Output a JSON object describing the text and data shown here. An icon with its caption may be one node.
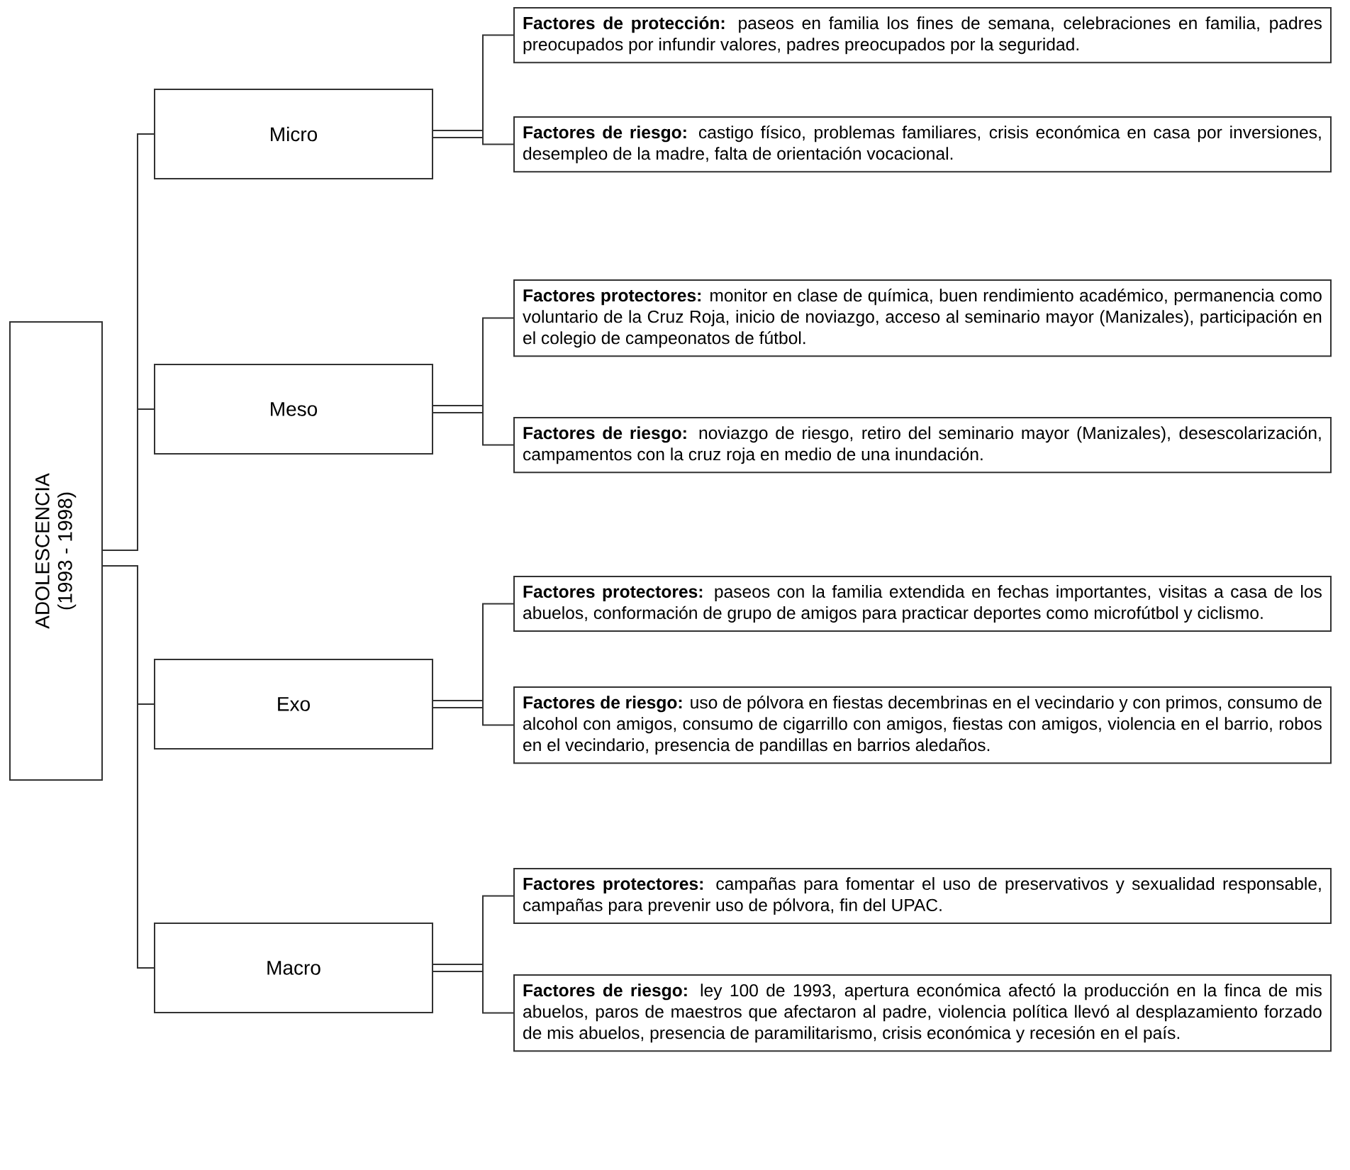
{
  "diagram": {
    "nodes": [
      {
        "text": [
          "ADOLESCENCIA",
          "(1993 - 1998)"
        ]
      },
      {
        "text": [
          "Micro"
        ]
      },
      {
        "text": [
          "**Factores de protección:** paseos en familia los fines de semana, celebraciones en familia, padres preocupados por infundir valores, padres preocupados por la seguridad."
        ]
      },
      {
        "text": [
          "**Factores de riesgo:** castigo físico, problemas familiares, crisis económica en casa por inversiones, desempleo de la madre, falta de orientación vocacional."
        ]
      },
      {
        "text": [
          "Meso"
        ]
      },
      {
        "text": [
          "**Factores protectores:** monitor en clase de química, buen rendimiento académico, permanencia como voluntario de la Cruz Roja, inicio de noviazgo, acceso al seminario mayor (Manizales), participación en el colegio de campeonatos de fútbol."
        ]
      },
      {
        "text": [
          "**Factores de riesgo:** noviazgo de riesgo, retiro del seminario mayor (Manizales), desescolarización, campamentos con la cruz roja en medio de una inundación."
        ]
      },
      {
        "text": [
          "Exo"
        ]
      },
      {
        "text": [
          "**Factores protectores:** paseos con la familia extendida en fechas importantes, visitas a casa de los abuelos, conformación de grupo de amigos para practicar deportes como microfútbol y ciclismo."
        ]
      },
      {
        "text": [
          "**Factores de riesgo:** uso de pólvora en fiestas decembrinas en el vecindario y con primos, consumo de alcohol con amigos, consumo de cigarrillo con amigos, fiestas con amigos, violencia en el barrio, robos en el vecindario, presencia de pandillas en barrios aledaños."
        ]
      },
      {
        "text": [
          "Macro"
        ]
      },
      {
        "text": [
          "**Factores protectores:** campañas para fomentar el uso de preservativos y sexualidad responsable, campañas para prevenir uso de pólvora, fin del UPAC."
        ]
      },
      {
        "text": [
          "**Factores de riesgo:** ley 100 de 1993, apertura económica afectó la producción en la finca de mis abuelos, paros de maestros que afectaron al padre, violencia política llevó al desplazamiento forzado de mis abuelos, presencia de paramilitarismo, crisis económica y recesión en el país."
        ]
      }
    ],
    "edges": [
      {
        "from": 0,
        "to": 1,
        "arrow": "none"
      },
      {
        "from": 0,
        "to": 4,
        "arrow": "none"
      },
      {
        "from": 0,
        "to": 7,
        "arrow": "none"
      },
      {
        "from": 0,
        "to": 10,
        "arrow": "none"
      },
      {
        "from": 1,
        "to": 2,
        "arrow": "none"
      },
      {
        "from": 1,
        "to": 3,
        "arrow": "none"
      },
      {
        "from": 4,
        "to": 5,
        "arrow": "none"
      },
      {
        "from": 4,
        "to": 6,
        "arrow": "none"
      },
      {
        "from": 7,
        "to": 8,
        "arrow": "none"
      },
      {
        "from": 7,
        "to": 9,
        "arrow": "none"
      },
      {
        "from": 10,
        "to": 11,
        "arrow": "none"
      },
      {
        "from": 10,
        "to": 12,
        "arrow": "none"
      }
    ]
  }
}
